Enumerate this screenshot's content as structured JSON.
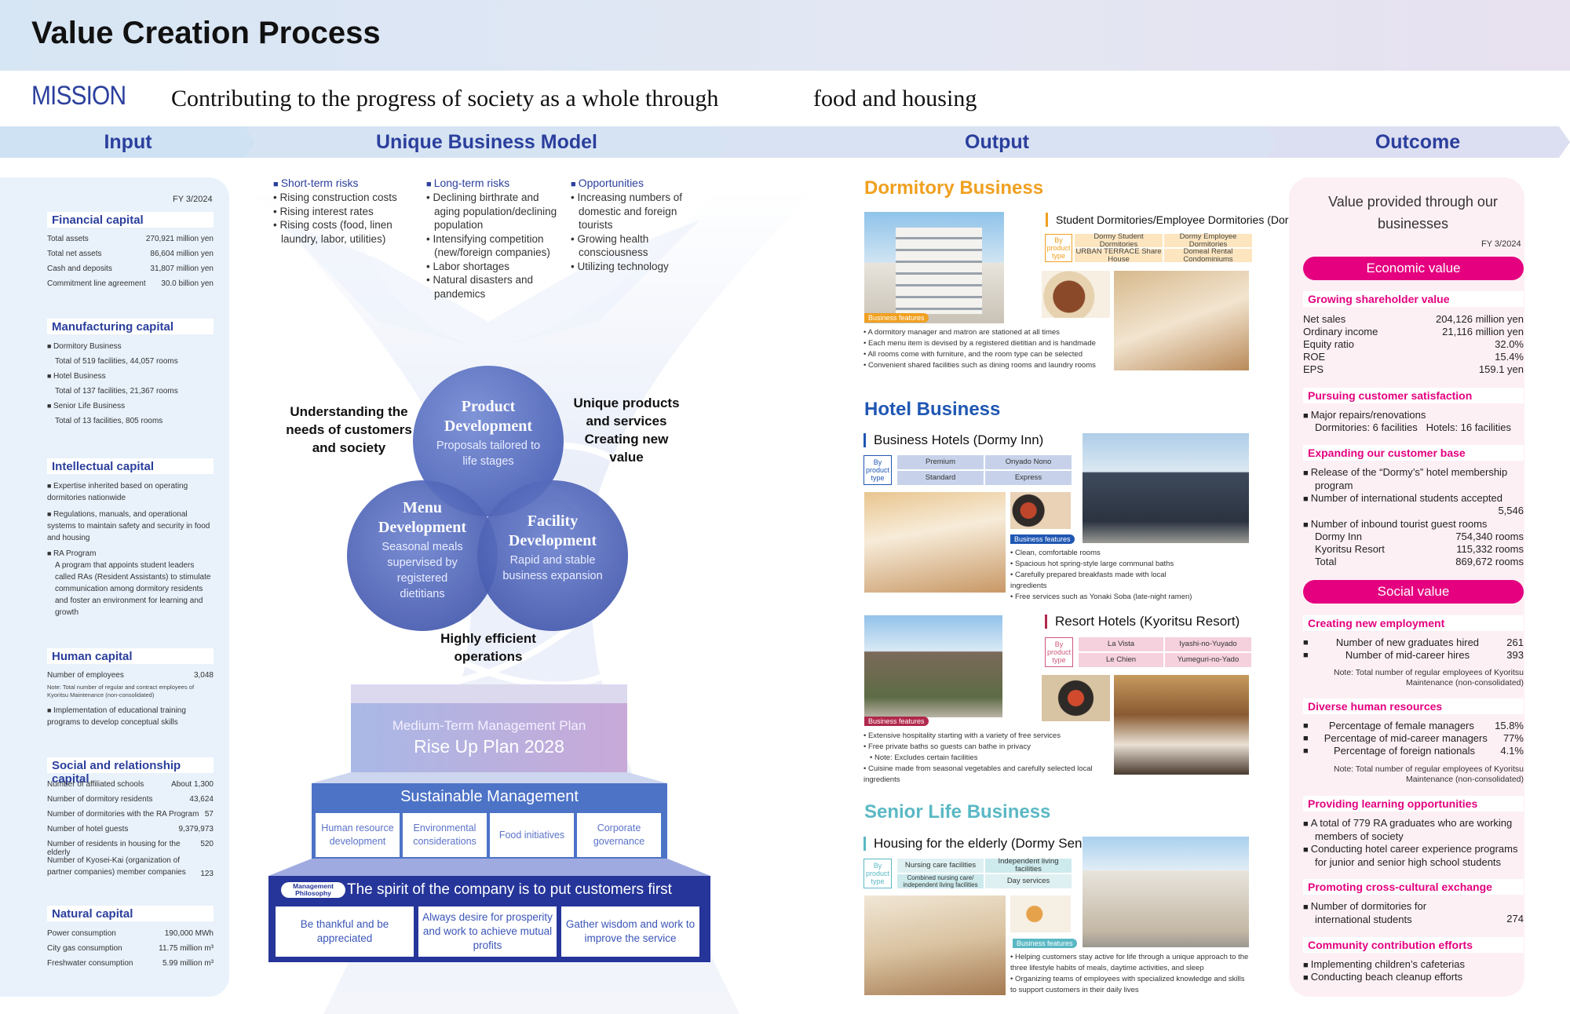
{
  "header": {
    "title": "Value Creation Process"
  },
  "mission": {
    "label": "MISSION",
    "text1": "Contributing to the progress of society as a whole through",
    "text2": "food and housing"
  },
  "bands": [
    "Input",
    "Unique Business Model",
    "Output",
    "Outcome"
  ],
  "input": {
    "fy": "FY 3/2024",
    "financial": {
      "title": "Financial capital",
      "rows": [
        [
          "Total assets",
          "270,921 million yen"
        ],
        [
          "Total net assets",
          "86,604 million yen"
        ],
        [
          "Cash and deposits",
          "31,807 million yen"
        ],
        [
          "Commitment line agreement",
          "30.0 billion yen"
        ]
      ]
    },
    "manufacturing": {
      "title": "Manufacturing capital",
      "items": [
        [
          "Dormitory Business",
          "Total of 519 facilities, 44,057 rooms"
        ],
        [
          "Hotel Business",
          "Total of 137 facilities, 21,367 rooms"
        ],
        [
          "Senior Life Business",
          "Total of 13 facilities, 805 rooms"
        ]
      ]
    },
    "intellectual": {
      "title": "Intellectual capital",
      "b1": "Expertise inherited based on operating dormitories nationwide",
      "b2": "Regulations, manuals, and operational systems to maintain safety and security in food and housing",
      "b3": "RA Program",
      "b3d": "A program that appoints student leaders called RAs (Resident Assistants) to stimulate communication among dormitory residents and foster an environment for learning and growth"
    },
    "human": {
      "title": "Human capital",
      "r1": [
        "Number of employees",
        "3,048"
      ],
      "note": "Note: Total number of regular and contract employees of Kyoritsu Maintenance (non-consolidated)",
      "b2": "Implementation of educational training programs to develop conceptual skills"
    },
    "social": {
      "title": "Social and relationship capital",
      "rows": [
        [
          "Number of affiliated schools",
          "About 1,300"
        ],
        [
          "Number of dormitory residents",
          "43,624"
        ],
        [
          "Number of dormitories with the RA Program",
          "57"
        ],
        [
          "Number of hotel guests",
          "9,379,973"
        ],
        [
          "Number of residents in housing for the elderly",
          "520"
        ]
      ],
      "last": [
        "Number of Kyosei-Kai (organization of partner companies) member companies",
        "123"
      ]
    },
    "natural": {
      "title": "Natural capital",
      "rows": [
        [
          "Power consumption",
          "190,000 MWh"
        ],
        [
          "City gas consumption",
          "11.75 million m³"
        ],
        [
          "Freshwater consumption",
          "5.99 million m³"
        ]
      ]
    }
  },
  "risks": {
    "short": {
      "title": "Short-term risks",
      "items": [
        "Rising construction costs",
        "Rising interest rates",
        "Rising costs (food, linen laundry, labor, utilities)"
      ]
    },
    "long": {
      "title": "Long-term risks",
      "items": [
        "Declining birthrate and aging population/declining population",
        "Intensifying competition (new/foreign companies)",
        "Labor shortages",
        "Natural disasters and pandemics"
      ]
    },
    "opp": {
      "title": "Opportunities",
      "items": [
        "Increasing numbers of domestic and foreign tourists",
        "Growing health consciousness",
        "Utilizing technology"
      ]
    }
  },
  "model": {
    "product": {
      "t": "Product Development",
      "s": "Proposals tailored to life stages"
    },
    "menu": {
      "t": "Menu Development",
      "s": "Seasonal meals supervised by registered dietitians"
    },
    "facility": {
      "t": "Facility Development",
      "s": "Rapid and stable business expansion"
    },
    "left": "Understanding the needs of customers and society",
    "right": "Unique products and services Creating new value",
    "bottom": "Highly efficient operations"
  },
  "plan": {
    "t1": "Medium-Term Management Plan",
    "t2": "Rise Up Plan 2028"
  },
  "sustain": {
    "title": "Sustainable Management",
    "boxes": [
      "Human resource development",
      "Environmental considerations",
      "Food initiatives",
      "Corporate governance"
    ]
  },
  "philosophy": {
    "tag": "Management Philosophy",
    "title": "The spirit of the company is to put customers first",
    "boxes": [
      "Be thankful and be appreciated",
      "Always desire for prosperity and work to achieve mutual profits",
      "Gather wisdom and work to improve the service"
    ]
  },
  "output": {
    "dorm": {
      "title": "Dormitory Business",
      "sub": "Student Dormitories/Employee Dormitories (Dormy)",
      "bytype": "By product type",
      "types": [
        "Dormy Student Dormitories",
        "Dormy Employee Dormitories",
        "URBAN TERRACE Share House",
        "Domeal Rental Condominiums"
      ],
      "tag": "Business features",
      "feats": [
        "A dormitory manager and matron are stationed at all times",
        "Each menu item is devised by a registered dietitian and is handmade",
        "All rooms come with furniture, and the room type can be selected",
        "Convenient shared facilities such as dining rooms and laundry rooms"
      ]
    },
    "hotel": {
      "title": "Hotel Business",
      "sub": "Business Hotels (Dormy Inn)",
      "bytype": "By product type",
      "types": [
        "Premium",
        "Onyado Nono",
        "Standard",
        "Express"
      ],
      "tag": "Business features",
      "feats": [
        "Clean, comfortable rooms",
        "Spacious hot spring-style large communal baths",
        "Carefully prepared breakfasts made with local ingredients",
        "Free services such as Yonaki Soba (late-night ramen)"
      ]
    },
    "resort": {
      "sub": "Resort Hotels (Kyoritsu Resort)",
      "bytype": "By product type",
      "types": [
        "La Vista",
        "Iyashi-no-Yuyado",
        "Le Chien",
        "Yumeguri-no-Yado"
      ],
      "tag": "Business features",
      "feats": [
        "Extensive hospitality starting with a variety of free services",
        "Free private baths so guests can bathe in privacy",
        "Note: Excludes certain facilities",
        "Cuisine made from seasonal vegetables and carefully selected local ingredients"
      ]
    },
    "senior": {
      "title": "Senior Life Business",
      "sub": "Housing for the elderly (Dormy Senior)",
      "bytype": "By product type",
      "types": [
        "Nursing care facilities",
        "Independent living facilities",
        "Combined nursing care/ independent living facilities",
        "Day services"
      ],
      "tag": "Business features",
      "feats": [
        "Helping customers stay active for life through a unique approach to the three lifestyle habits of meals, daytime activities, and sleep",
        "Organizing teams of employees with specialized knowledge and skills to support customers in their daily lives"
      ]
    }
  },
  "outcome": {
    "head": "Value provided through our businesses",
    "fy": "FY 3/2024",
    "econ": "Economic value",
    "growing": {
      "title": "Growing shareholder value",
      "rows": [
        [
          "Net sales",
          "204,126 million yen"
        ],
        [
          "Ordinary income",
          "21,116 million yen"
        ],
        [
          "Equity ratio",
          "32.0%"
        ],
        [
          "ROE",
          "15.4%"
        ],
        [
          "EPS",
          "159.1 yen"
        ]
      ]
    },
    "satisfaction": {
      "title": "Pursuing customer satisfaction",
      "b1": "Major repairs/renovations",
      "b1d": "Dormitories: 6 facilities   Hotels: 16 facilities"
    },
    "expanding": {
      "title": "Expanding our customer base",
      "b1": "Release of the “Dormy’s” hotel membership program",
      "b2": "Number of international students accepted",
      "b2v": "5,546",
      "b3": "Number of inbound tourist guest rooms",
      "rows": [
        [
          "Dormy Inn",
          "754,340 rooms"
        ],
        [
          "Kyoritsu Resort",
          "115,332 rooms"
        ],
        [
          "Total",
          "869,672 rooms"
        ]
      ]
    },
    "social": "Social value",
    "employment": {
      "title": "Creating new employment",
      "rows": [
        [
          "Number of new graduates hired",
          "261"
        ],
        [
          "Number of mid-career hires",
          "393"
        ]
      ],
      "note": "Note: Total number of regular employees of Kyoritsu Maintenance (non-consolidated)"
    },
    "diverse": {
      "title": "Diverse human resources",
      "rows": [
        [
          "Percentage of female managers",
          "15.8%"
        ],
        [
          "Percentage of mid-career managers",
          "77%"
        ],
        [
          "Percentage of foreign nationals",
          "4.1%"
        ]
      ],
      "note": "Note: Total number of regular employees of Kyoritsu Maintenance (non-consolidated)"
    },
    "learning": {
      "title": "Providing learning opportunities",
      "b1": "A total of 779 RA graduates who are working members of society",
      "b2": "Conducting hotel career experience programs for junior and senior high school students"
    },
    "cross": {
      "title": "Promoting cross-cultural exchange",
      "b1": "Number of dormitories for international students",
      "b1v": "274"
    },
    "community": {
      "title": "Community contribution efforts",
      "b1": "Implementing children’s cafeterias",
      "b2": "Conducting beach cleanup efforts"
    }
  },
  "colors": {
    "navy": "#2b3f9d",
    "orange": "#f0a020",
    "blue": "#1f57b3",
    "teal": "#5ab8c4",
    "magenta": "#e4007f"
  }
}
